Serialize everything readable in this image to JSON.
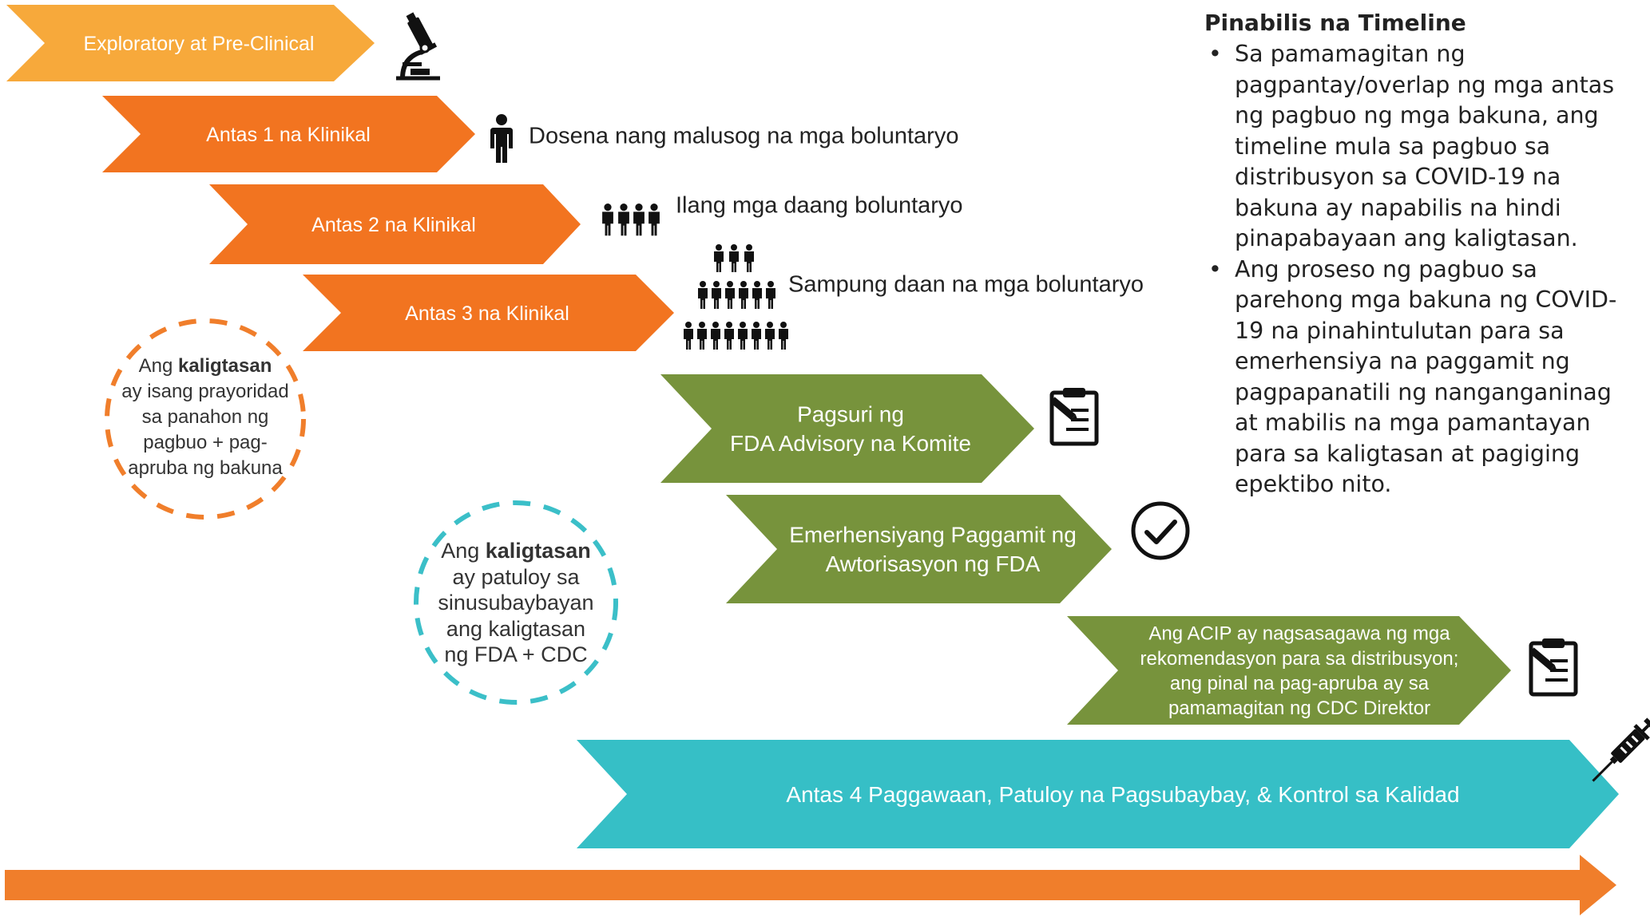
{
  "stages": [
    {
      "id": "exploratory",
      "lines": [
        "Exploratory at Pre-Clinical"
      ]
    },
    {
      "id": "phase1",
      "lines": [
        "Antas 1 na Klinikal"
      ]
    },
    {
      "id": "phase2",
      "lines": [
        "Antas 2 na Klinikal"
      ]
    },
    {
      "id": "phase3",
      "lines": [
        "Antas 3 na Klinikal"
      ]
    },
    {
      "id": "fda-review",
      "lines": [
        "Pagsuri ng",
        "FDA Advisory na Komite"
      ]
    },
    {
      "id": "eua",
      "lines": [
        "Emerhensiyang Paggamit ng",
        "Awtorisasyon ng FDA"
      ]
    },
    {
      "id": "acip",
      "lines": [
        "Ang ACIP ay nagsasagawa ng mga",
        "rekomendasyon para sa distribusyon;",
        "ang pinal na pag-apruba ay sa",
        "pamamagitan ng  CDC Direktor"
      ]
    },
    {
      "id": "phase4",
      "lines": [
        "Antas  4 Paggawaan, Patuloy na Pagsubaybay, & Kontrol sa Kalidad"
      ]
    }
  ],
  "volunteers": {
    "phase1": "Dosena nang malusog na mga boluntaryo",
    "phase2": "Ilang mga daang boluntaryo",
    "phase3": "Sampung daan na mga boluntaryo"
  },
  "safety_priority": {
    "pre": "Ang ",
    "bold": "kaligtasan",
    "rest": [
      "ay isang prayoridad",
      "sa panahon ng",
      "pagbuo + pag-",
      "apruba ng  bakuna"
    ]
  },
  "safety_monitoring": {
    "pre": "Ang ",
    "bold": "kaligtasan",
    "rest": [
      "ay patuloy sa",
      "sinusubaybayan",
      "ang   kaligtasan",
      "ng FDA + CDC"
    ]
  },
  "timeline": {
    "title": "Pinabilis na Timeline",
    "bullets": [
      "Sa pamamagitan ng pagpantay/overlap ng mga antas ng pagbuo ng mga  bakuna, ang timeline mula sa pagbuo sa distribusyon sa COVID-19 na bakuna ay napabilis na hindi pinapabayaan ang kaligtasan.",
      "Ang proseso ng pagbuo  sa parehong mga bakuna ng COVID-19 na pinahintulutan para sa emerhensiya na paggamit ng pagpapanatili ng  nanganganinag at mabilis na mga pamantayan para sa kaligtasan at pagiging epektibo nito."
    ]
  },
  "icons": {
    "exploratory": "microscope-icon",
    "phase1": "person-icon",
    "phase2": "group-icon",
    "phase3": "crowd-icon",
    "fda-review": "clipboard-icon",
    "eua": "checkmark-circle-icon",
    "acip": "clipboard-icon",
    "phase4": "syringe-icon"
  },
  "colors": {
    "yellow": "#F7A93B",
    "orange": "#F27420",
    "green": "#77933C",
    "teal": "#36BFC6",
    "arrow": "#F07E2B",
    "dash_orange": "#F07E2B",
    "dash_teal": "#3BBFC8"
  }
}
